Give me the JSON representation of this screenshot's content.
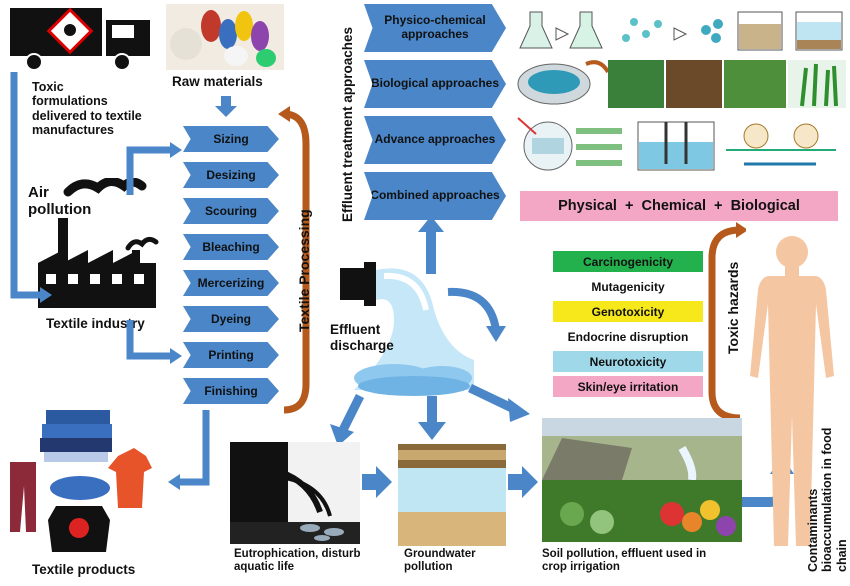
{
  "top_left": {
    "toxic_label": "Toxic formulations delivered to textile manufactures",
    "air_pollution": "Air pollution",
    "textile_industry": "Textile industry",
    "raw_materials": "Raw materials",
    "textile_products": "Textile products"
  },
  "processing": {
    "title": "Textile Processing",
    "steps": [
      "Sizing",
      "Desizing",
      "Scouring",
      "Bleaching",
      "Mercerizing",
      "Dyeing",
      "Printing",
      "Finishing"
    ]
  },
  "effluent": {
    "discharge": "Effluent discharge",
    "treatment_title": "Effluent treatment approaches",
    "approaches": [
      "Physico-chemical approaches",
      "Biological approaches",
      "Advance approaches",
      "Combined approaches"
    ],
    "combined_banner": "Physical  +  Chemical  +  Biological"
  },
  "hazards": {
    "title": "Toxic hazards",
    "items": [
      {
        "label": "Carcinogenicity",
        "color": "#22b14c"
      },
      {
        "label": "Mutagenicity",
        "color": "#ffffff"
      },
      {
        "label": "Genotoxicity",
        "color": "#f7e81c"
      },
      {
        "label": "Endocrine disruption",
        "color": "#ffffff"
      },
      {
        "label": "Neurotoxicity",
        "color": "#9fd8e8"
      },
      {
        "label": "Skin/eye irritation",
        "color": "#f4a7c4"
      }
    ]
  },
  "impacts": {
    "eutrophication": "Eutrophication, disturb aquatic life",
    "groundwater": "Groundwater pollution",
    "soil": "Soil pollution, effluent used in crop irrigation",
    "bioaccumulation": "Contaminants bioaccumulation in food chain"
  },
  "colors": {
    "arrow_blue": "#4a86c8",
    "bracket_brown": "#b55a1c",
    "banner_pink": "#f4a7c4"
  }
}
